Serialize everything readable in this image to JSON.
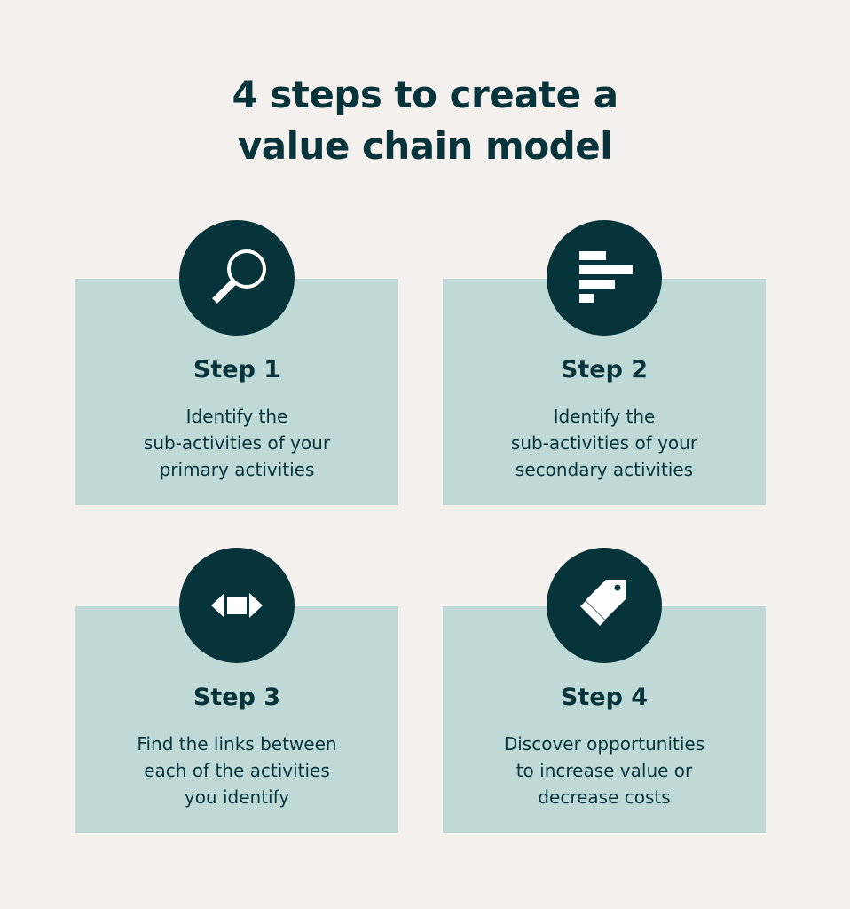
{
  "title": {
    "line1": "4 steps to create a",
    "line2": "value chain model"
  },
  "steps": [
    {
      "label": "Step 1",
      "icon": "magnifier-icon",
      "lines": [
        "Identify the",
        "sub-activities of your",
        "primary activities"
      ]
    },
    {
      "label": "Step 2",
      "icon": "bar-chart-icon",
      "lines": [
        "Identify the",
        "sub-activities of your",
        "secondary activities"
      ]
    },
    {
      "label": "Step 3",
      "icon": "double-arrow-icon",
      "lines": [
        "Find the links between",
        "each of the activities",
        "you identify"
      ]
    },
    {
      "label": "Step 4",
      "icon": "price-tag-icon",
      "lines": [
        "Discover opportunities",
        "to increase value or",
        "decrease costs"
      ]
    }
  ],
  "colors": {
    "background": "#f4f0ed",
    "card": "#bfd9d7",
    "dark": "#07343b",
    "icon": "#ffffff"
  }
}
